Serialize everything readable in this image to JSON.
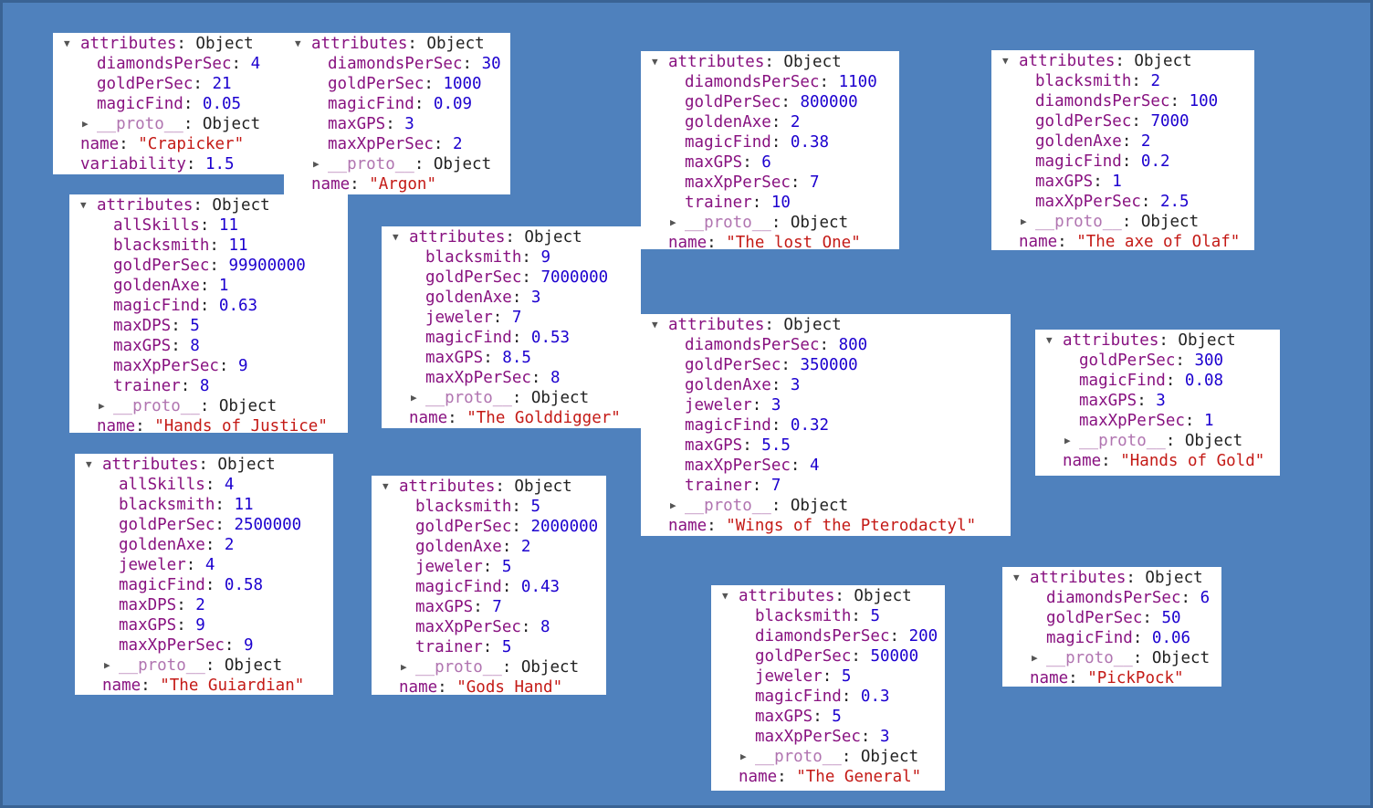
{
  "labels": {
    "attributes": "attributes",
    "object": "Object",
    "proto": "__proto__",
    "name_key": "name",
    "variability_key": "variability"
  },
  "icons": {
    "expanded": "triangle-down-icon",
    "collapsed": "triangle-right-icon"
  },
  "colors": {
    "background": "#4f81bd",
    "key": "#881280",
    "number": "#1c00cf",
    "string": "#c41a16"
  },
  "panels": [
    {
      "name": "\"Crapicker\"",
      "props": [
        [
          "diamondsPerSec",
          "4"
        ],
        [
          "goldPerSec",
          "21"
        ],
        [
          "magicFind",
          "0.05"
        ]
      ],
      "variability": "1.5"
    },
    {
      "name": "\"Argon\"",
      "props": [
        [
          "diamondsPerSec",
          "30"
        ],
        [
          "goldPerSec",
          "1000"
        ],
        [
          "magicFind",
          "0.09"
        ],
        [
          "maxGPS",
          "3"
        ],
        [
          "maxXpPerSec",
          "2"
        ]
      ]
    },
    {
      "name": "\"The lost One\"",
      "props": [
        [
          "diamondsPerSec",
          "1100"
        ],
        [
          "goldPerSec",
          "800000"
        ],
        [
          "goldenAxe",
          "2"
        ],
        [
          "magicFind",
          "0.38"
        ],
        [
          "maxGPS",
          "6"
        ],
        [
          "maxXpPerSec",
          "7"
        ],
        [
          "trainer",
          "10"
        ]
      ]
    },
    {
      "name": "\"The axe of Olaf\"",
      "props": [
        [
          "blacksmith",
          "2"
        ],
        [
          "diamondsPerSec",
          "100"
        ],
        [
          "goldPerSec",
          "7000"
        ],
        [
          "goldenAxe",
          "2"
        ],
        [
          "magicFind",
          "0.2"
        ],
        [
          "maxGPS",
          "1"
        ],
        [
          "maxXpPerSec",
          "2.5"
        ]
      ]
    },
    {
      "name": "\"Hands of Justice\"",
      "props": [
        [
          "allSkills",
          "11"
        ],
        [
          "blacksmith",
          "11"
        ],
        [
          "goldPerSec",
          "99900000"
        ],
        [
          "goldenAxe",
          "1"
        ],
        [
          "magicFind",
          "0.63"
        ],
        [
          "maxDPS",
          "5"
        ],
        [
          "maxGPS",
          "8"
        ],
        [
          "maxXpPerSec",
          "9"
        ],
        [
          "trainer",
          "8"
        ]
      ]
    },
    {
      "name": "\"The Golddigger\"",
      "props": [
        [
          "blacksmith",
          "9"
        ],
        [
          "goldPerSec",
          "7000000"
        ],
        [
          "goldenAxe",
          "3"
        ],
        [
          "jeweler",
          "7"
        ],
        [
          "magicFind",
          "0.53"
        ],
        [
          "maxGPS",
          "8.5"
        ],
        [
          "maxXpPerSec",
          "8"
        ]
      ]
    },
    {
      "name": "\"Wings of the Pterodactyl\"",
      "props": [
        [
          "diamondsPerSec",
          "800"
        ],
        [
          "goldPerSec",
          "350000"
        ],
        [
          "goldenAxe",
          "3"
        ],
        [
          "jeweler",
          "3"
        ],
        [
          "magicFind",
          "0.32"
        ],
        [
          "maxGPS",
          "5.5"
        ],
        [
          "maxXpPerSec",
          "4"
        ],
        [
          "trainer",
          "7"
        ]
      ]
    },
    {
      "name": "\"Hands of Gold\"",
      "props": [
        [
          "goldPerSec",
          "300"
        ],
        [
          "magicFind",
          "0.08"
        ],
        [
          "maxGPS",
          "3"
        ],
        [
          "maxXpPerSec",
          "1"
        ]
      ]
    },
    {
      "name": "\"The Guiardian\"",
      "props": [
        [
          "allSkills",
          "4"
        ],
        [
          "blacksmith",
          "11"
        ],
        [
          "goldPerSec",
          "2500000"
        ],
        [
          "goldenAxe",
          "2"
        ],
        [
          "jeweler",
          "4"
        ],
        [
          "magicFind",
          "0.58"
        ],
        [
          "maxDPS",
          "2"
        ],
        [
          "maxGPS",
          "9"
        ],
        [
          "maxXpPerSec",
          "9"
        ]
      ]
    },
    {
      "name": "\"Gods Hand\"",
      "props": [
        [
          "blacksmith",
          "5"
        ],
        [
          "goldPerSec",
          "2000000"
        ],
        [
          "goldenAxe",
          "2"
        ],
        [
          "jeweler",
          "5"
        ],
        [
          "magicFind",
          "0.43"
        ],
        [
          "maxGPS",
          "7"
        ],
        [
          "maxXpPerSec",
          "8"
        ],
        [
          "trainer",
          "5"
        ]
      ]
    },
    {
      "name": "\"The General\"",
      "props": [
        [
          "blacksmith",
          "5"
        ],
        [
          "diamondsPerSec",
          "200"
        ],
        [
          "goldPerSec",
          "50000"
        ],
        [
          "jeweler",
          "5"
        ],
        [
          "magicFind",
          "0.3"
        ],
        [
          "maxGPS",
          "5"
        ],
        [
          "maxXpPerSec",
          "3"
        ]
      ]
    },
    {
      "name": "\"PickPock\"",
      "props": [
        [
          "diamondsPerSec",
          "6"
        ],
        [
          "goldPerSec",
          "50"
        ],
        [
          "magicFind",
          "0.06"
        ]
      ]
    }
  ]
}
